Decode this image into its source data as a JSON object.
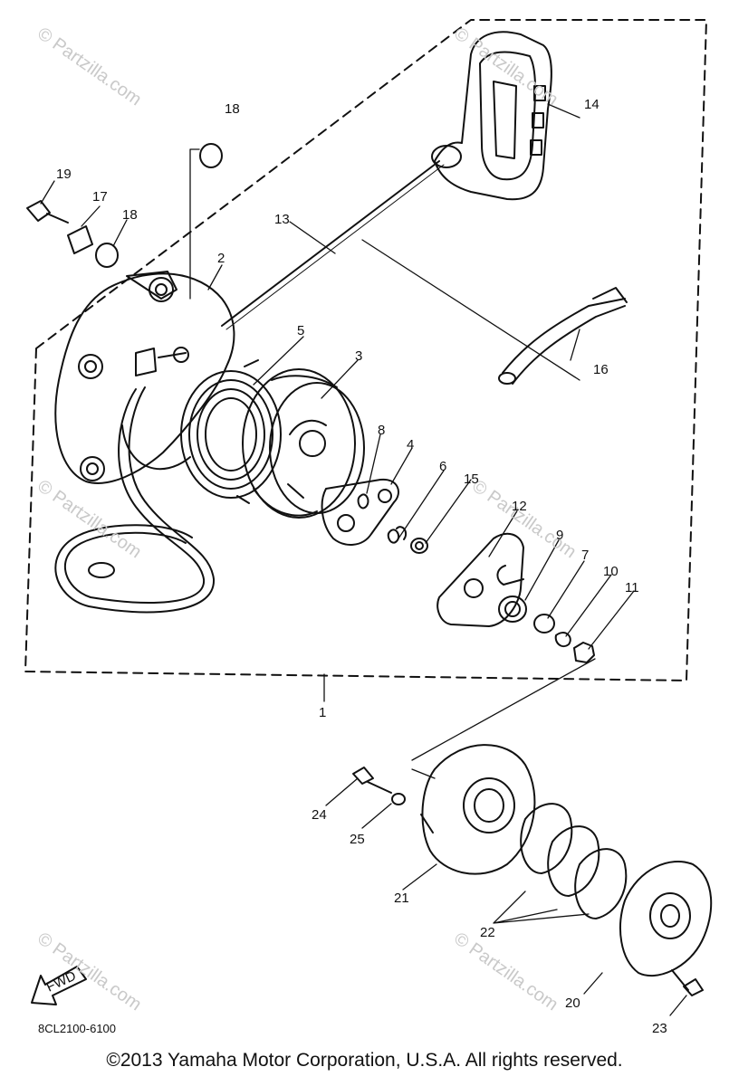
{
  "watermark": "© Partzilla.com",
  "part_numbers": [
    "1",
    "2",
    "3",
    "4",
    "5",
    "6",
    "7",
    "8",
    "9",
    "10",
    "11",
    "12",
    "13",
    "14",
    "15",
    "16",
    "17",
    "18",
    "18",
    "19",
    "20",
    "21",
    "22",
    "23",
    "24",
    "25"
  ],
  "fwd_label": "FWD",
  "diagram_code": "8CL2100-6100",
  "copyright": "©2013  Yamaha Motor Corporation, U.S.A. All rights reserved."
}
